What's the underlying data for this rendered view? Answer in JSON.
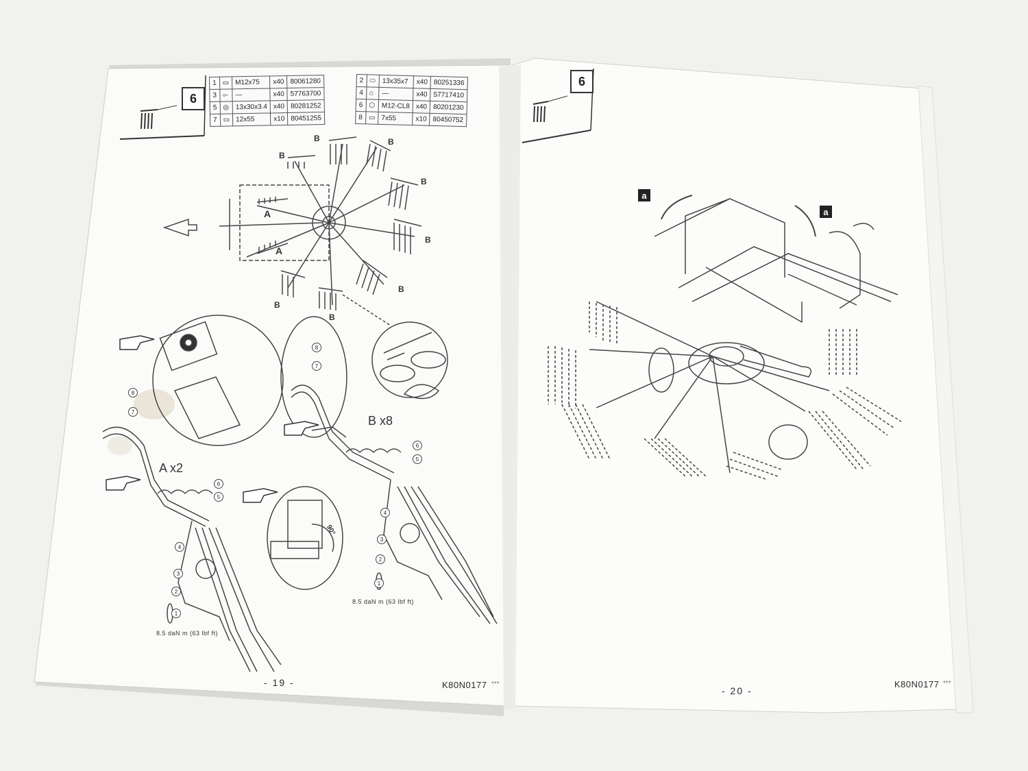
{
  "left_page": {
    "step_number": "6",
    "parts_table": [
      {
        "no": "1",
        "spec": "M12x75",
        "qty": "x40",
        "ref": "80061280"
      },
      {
        "no": "3",
        "spec": "—",
        "qty": "x40",
        "ref": "57763700"
      },
      {
        "no": "5",
        "spec": "13x30x3.4",
        "qty": "x40",
        "ref": "80281252"
      },
      {
        "no": "7",
        "spec": "12x55",
        "qty": "x10",
        "ref": "80451255"
      }
    ],
    "parts_table_right": [
      {
        "no": "2",
        "spec": "13x35x7",
        "qty": "x40",
        "ref": "80251336"
      },
      {
        "no": "4",
        "spec": "—",
        "qty": "x40",
        "ref": "57717410"
      },
      {
        "no": "6",
        "spec": "M12-CL8",
        "qty": "x40",
        "ref": "80201230"
      },
      {
        "no": "8",
        "spec": "7x55",
        "qty": "x10",
        "ref": "80450752"
      }
    ],
    "callout_b": "B",
    "callout_a": "A",
    "label_a_x2": "A  x2",
    "label_b_x8": "B  x8",
    "angle_label": "90°",
    "torque_left": "8.5  daN  m  (63  lbf  ft)",
    "torque_right": "8.5  daN  m  (63  lbf  ft)",
    "page_number": "- 19 -",
    "doc_ref": "K80N0177",
    "doc_ref_suffix": "***"
  },
  "right_page": {
    "step_number": "6",
    "badge_a": "a",
    "page_number": "- 20 -",
    "doc_ref": "K80N0177",
    "doc_ref_suffix": "***"
  }
}
